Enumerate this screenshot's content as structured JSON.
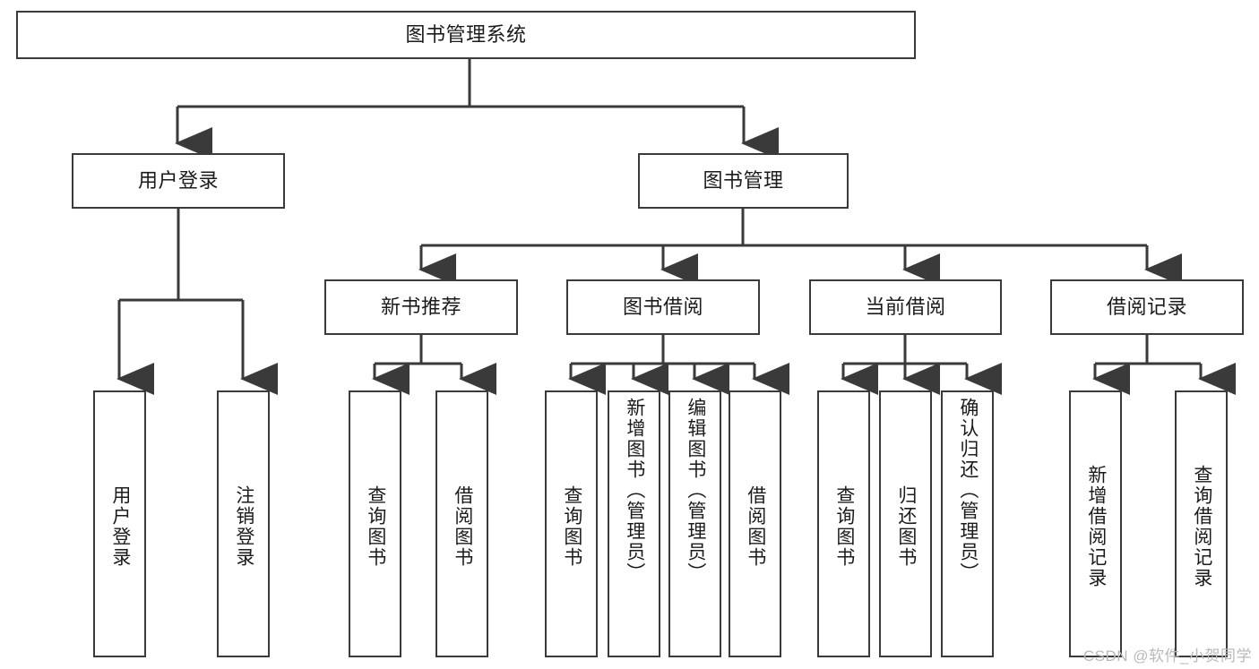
{
  "diagram": {
    "title": "图书管理系统",
    "type": "hierarchy-tree",
    "root": {
      "label": "图书管理系统"
    },
    "level2": [
      {
        "label": "用户登录"
      },
      {
        "label": "图书管理"
      }
    ],
    "level3": [
      {
        "label": "新书推荐"
      },
      {
        "label": "图书借阅"
      },
      {
        "label": "当前借阅"
      },
      {
        "label": "借阅记录"
      }
    ],
    "leaves": {
      "user_login": [
        {
          "label": "用户登录"
        },
        {
          "label": "注销登录"
        }
      ],
      "new_book_recommend": [
        {
          "label": "查询图书"
        },
        {
          "label": "借阅图书"
        }
      ],
      "book_borrow": [
        {
          "label": "查询图书"
        },
        {
          "label": "新增图书（管理员）"
        },
        {
          "label": "编辑图书（管理员）"
        },
        {
          "label": "借阅图书"
        }
      ],
      "current_borrow": [
        {
          "label": "查询图书"
        },
        {
          "label": "归还图书"
        },
        {
          "label": "确认归还（管理员）"
        }
      ],
      "borrow_record": [
        {
          "label": "新增借阅记录"
        },
        {
          "label": "查询借阅记录"
        }
      ]
    },
    "colors": {
      "stroke": "#3a3a3a",
      "text": "#1b1b1b",
      "background": "#ffffff",
      "watermark": "#b9b9b9"
    }
  },
  "watermark": {
    "text": "CSDN @软件_小贺同学"
  }
}
